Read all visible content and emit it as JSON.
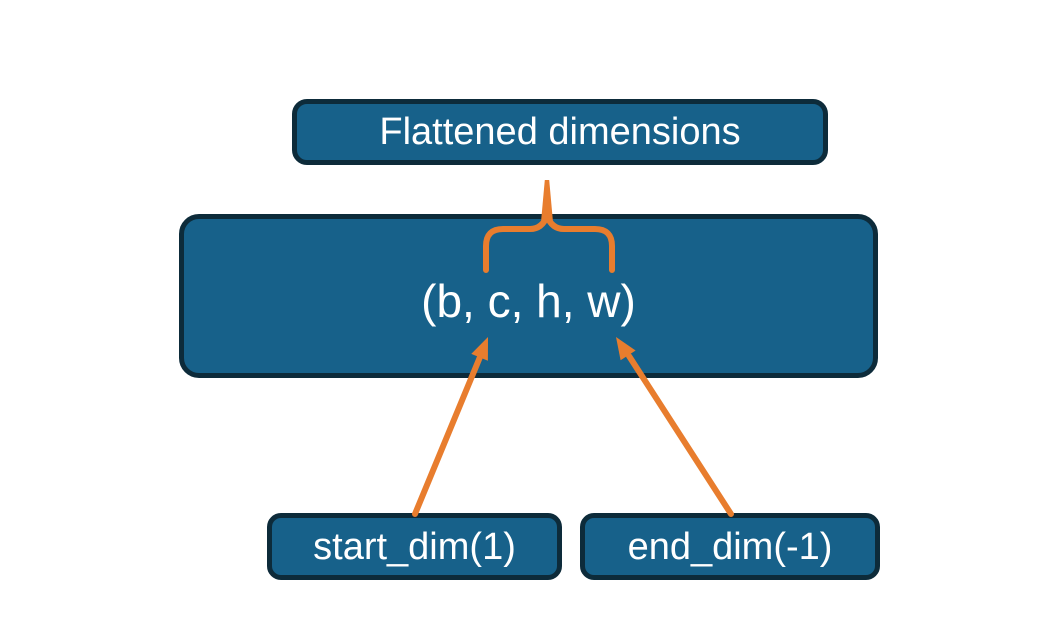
{
  "diagram": {
    "nodes": {
      "flattened": {
        "label": "Flattened dimensions"
      },
      "tensor": {
        "label": "(b, c, h, w)"
      },
      "start_dim": {
        "label": "start_dim(1)"
      },
      "end_dim": {
        "label": "end_dim(-1)"
      }
    },
    "colors": {
      "node_fill": "#17618a",
      "node_border": "#0d2b3a",
      "accent": "#e87d2e",
      "label_text": "#ffffff",
      "background": "#ffffff"
    }
  }
}
